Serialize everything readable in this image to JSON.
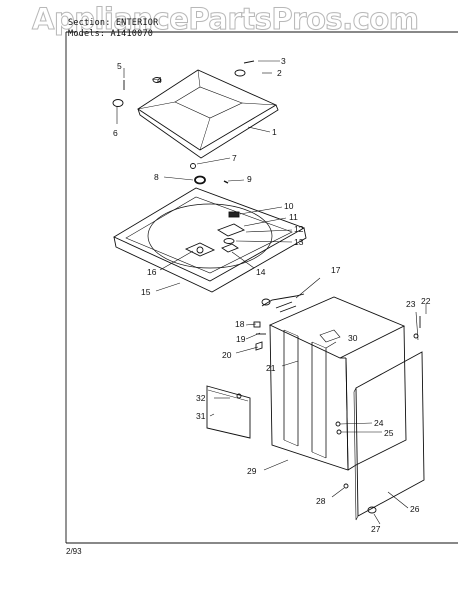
{
  "watermark": "AppliancePartsPros.com",
  "header": {
    "section": "Section: ENTERIOR",
    "model": "Models: A1410070"
  },
  "footer": {
    "date": "2/93"
  },
  "callouts": [
    "1",
    "2",
    "3",
    "4",
    "5",
    "6",
    "7",
    "8",
    "9",
    "10",
    "11",
    "12",
    "13",
    "14",
    "15",
    "16",
    "17",
    "18",
    "19",
    "20",
    "21",
    "22",
    "23",
    "24",
    "25",
    "26",
    "27",
    "28",
    "29",
    "30",
    "31",
    "32"
  ],
  "colors": {
    "ink": "#111111",
    "watermark": "#b8b8b8"
  }
}
